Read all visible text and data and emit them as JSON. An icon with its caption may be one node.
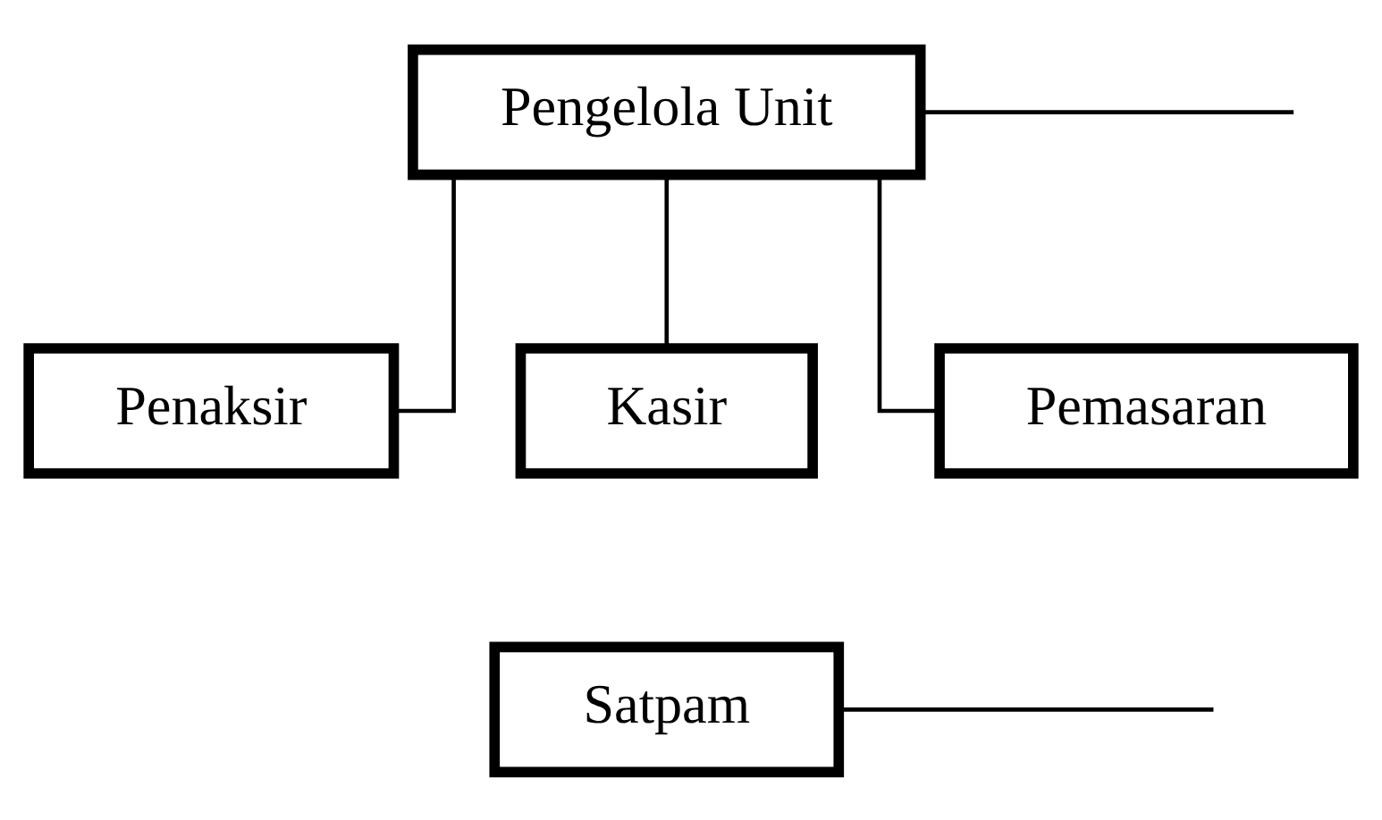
{
  "diagram": {
    "nodes": [
      {
        "text": [
          "Pengelola Unit"
        ]
      },
      {
        "text": [
          "Penaksir"
        ]
      },
      {
        "text": [
          "Kasir"
        ]
      },
      {
        "text": [
          "Pemasaran"
        ]
      },
      {
        "text": [
          "Satpam"
        ]
      }
    ],
    "edges": [
      {
        "from": 0,
        "to": null,
        "arrow": "none"
      },
      {
        "from": 0,
        "to": 1,
        "arrow": "none"
      },
      {
        "from": 0,
        "to": 2,
        "arrow": "none"
      },
      {
        "from": 0,
        "to": 3,
        "arrow": "none"
      },
      {
        "from": 4,
        "to": null,
        "arrow": "none"
      }
    ]
  }
}
